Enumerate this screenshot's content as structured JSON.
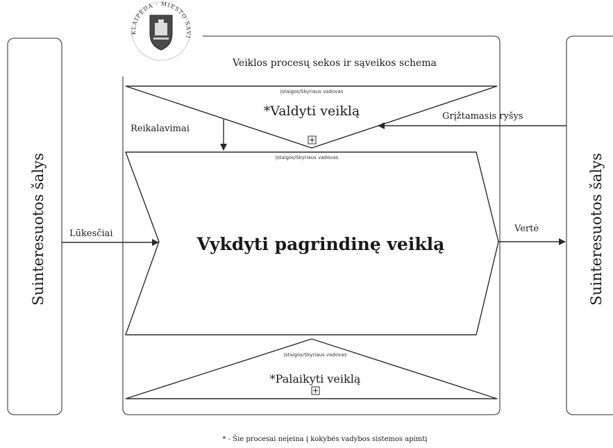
{
  "logo": {
    "arc_text": "KLAIPĖDA · MIESTO SAVIVALDYBĖ",
    "colors": {
      "shield": "#3a3a3a",
      "ring": "#777777"
    }
  },
  "title": "Veiklos procesų sekos ir sąveikos schema",
  "stakeholders": {
    "left_label": "Suinteresuotos šalys",
    "right_label": "Suinteresuotos šalys"
  },
  "processes": {
    "manage": {
      "owner": "Įstaigos/Skyriaus vadovas",
      "label": "*Valdyti veiklą",
      "expand_icon": "plus-box-icon"
    },
    "core": {
      "owner": "Įstaigos/Skyriaus vadovas",
      "label": "Vykdyti pagrindinę veiklą"
    },
    "support": {
      "owner": "Įstaigos/Skyriaus vadovas",
      "label": "*Palaikyti veiklą",
      "expand_icon": "plus-box-icon"
    }
  },
  "flows": {
    "requirements": "Reikalavimai",
    "feedback": "Grįžtamasis ryšys",
    "expectations": "Lūkesčiai",
    "value": "Vertė"
  },
  "footnote": "* - Šie procesai neįeina į kokybės vadybos sistemos apimtį",
  "colors": {
    "stroke": "#2a2a2a",
    "frame": "#555555",
    "text": "#1a1a1a"
  }
}
